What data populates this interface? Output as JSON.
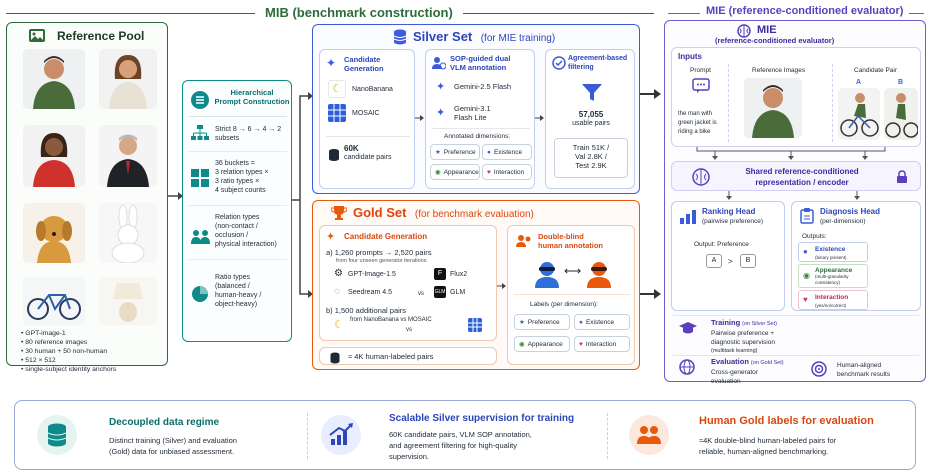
{
  "mib_header": "MIB (benchmark construction)",
  "mie_header": "MIE (reference-conditioned evaluator)",
  "colors": {
    "green": "#2f6b3a",
    "blue": "#3b5bdb",
    "orange": "#e8590c",
    "teal": "#0f8a8a",
    "purple": "#6d5bd0"
  },
  "reference_pool": {
    "title": "Reference Pool",
    "bullets": [
      "GPT-image-1",
      "80 reference images",
      "30 human + 50 non-human",
      "512 × 512",
      "single-subject identity anchors"
    ]
  },
  "hierarchical": {
    "title_line1": "Hierarchical",
    "title_line2": "Prompt Construction",
    "items": [
      {
        "icon": "hierarchy-icon",
        "lines": [
          "Strict 8 → 6 → 4 → 2",
          "subsets"
        ]
      },
      {
        "icon": "grid-icon",
        "lines": [
          "36 buckets =",
          "3 relation types ×",
          "3 ratio types ×",
          "4 subject counts"
        ]
      },
      {
        "icon": "people-icon",
        "lines": [
          "Relation types",
          "(non-contact /",
          "occlusion /",
          "physical interaction)"
        ]
      },
      {
        "icon": "pie-icon",
        "lines": [
          "Ratio types",
          "(balanced /",
          "human-heavy /",
          "object-heavy)"
        ]
      }
    ]
  },
  "silver": {
    "title": "Silver Set",
    "subtitle": "(for MIE training)",
    "candidate": {
      "title_line1": "Candidate",
      "title_line2": "Generation",
      "models": [
        "NanoBanana",
        "MOSAIC"
      ],
      "pairs_line1": "60K",
      "pairs_line2": "candidate pairs"
    },
    "sop": {
      "title_line1": "SOP-guided dual",
      "title_line2": "VLM annotation",
      "models": [
        "Gemini-2.5 Flash",
        "Gemini-3.1",
        "Flash Lite"
      ],
      "dims_label": "Annotated dimensions:",
      "dims": [
        "Preference",
        "Existence",
        "Appearance",
        "Interaction"
      ]
    },
    "filter": {
      "title_line1": "Agreement-based",
      "title_line2": "filtering",
      "usable_line1": "57,055",
      "usable_line2": "usable pairs",
      "split": [
        "Train 51K /",
        "Val 2.8K /",
        "Test 2.9K"
      ]
    }
  },
  "gold": {
    "title": "Gold Set",
    "subtitle": "(for benchmark evaluation)",
    "candidate_title": "Candidate Generation",
    "a_line": "a)  1,260 prompts → 2,520 pairs",
    "a_sub": "from four unseen generator iterations",
    "models": [
      "GPT-Image-1.5",
      "Flux2",
      "Seedream 4.5",
      "GLM"
    ],
    "vs": "vs",
    "b_line": "b)  1,500 additional pairs",
    "b_sub": "from NanoBanana vs MOSAIC",
    "b_vs": "vs",
    "human_labeled": "≈ 4K human-labeled pairs",
    "annotation_title_line1": "Double-blind",
    "annotation_title_line2": "human annotation",
    "labels_title": "Labels (per dimension):",
    "labels": [
      "Preference",
      "Existence",
      "Appearance",
      "Interaction"
    ]
  },
  "mie": {
    "title": "MIE",
    "subtitle": "(reference-conditioned evaluator)",
    "inputs_title": "Inputs",
    "prompt_label": "Prompt",
    "prompt_text": [
      "the man with",
      "green jacket is",
      "riding a bike"
    ],
    "ref_label": "Reference Images",
    "pair_label": "Candidate Pair",
    "pair_a": "A",
    "pair_b": "B",
    "encoder_line1": "Shared reference-conditioned",
    "encoder_line2": "representation / encoder",
    "ranking": {
      "title": "Ranking Head",
      "sub": "(pairwise preference)",
      "output": "Output:  Preference",
      "a": "A",
      "gt": ">",
      "b": "B"
    },
    "diagnosis": {
      "title": "Diagnosis Head",
      "sub": "(per-dimension)",
      "outputs_label": "Outputs:",
      "items": [
        {
          "name": "Existence",
          "desc": [
            "(binary present)"
          ]
        },
        {
          "name": "Appearance",
          "desc": [
            "(multi-granularity",
            "consistency)"
          ]
        },
        {
          "name": "Interaction",
          "desc": [
            "(yes/no/correct)"
          ]
        }
      ]
    },
    "training": {
      "title": "Training",
      "tag": "(on Silver Set)",
      "lines": [
        "Pairwise preference +",
        "diagnostic supervision",
        "(multitask learning)"
      ]
    },
    "evaluation": {
      "title": "Evaluation",
      "tag": "(on Gold Set)",
      "lines": [
        "Cross-generator",
        "evaluation"
      ],
      "result_lines": [
        "Human-aligned",
        "benchmark results"
      ]
    }
  },
  "bottom": [
    {
      "title": "Decoupled data regime",
      "lines": [
        "Distinct training (Silver) and evaluation",
        "(Gold) data for unbiased assessment."
      ]
    },
    {
      "title": "Scalable Silver supervision for training",
      "lines": [
        "60K candidate pairs, VLM SOP annotation,",
        "and agreement filtering for high-quality",
        "supervision."
      ]
    },
    {
      "title": "Human Gold labels for evaluation",
      "lines": [
        "≈4K double-blind human-labeled pairs for",
        "reliable, human-aligned benchmarking."
      ]
    }
  ]
}
